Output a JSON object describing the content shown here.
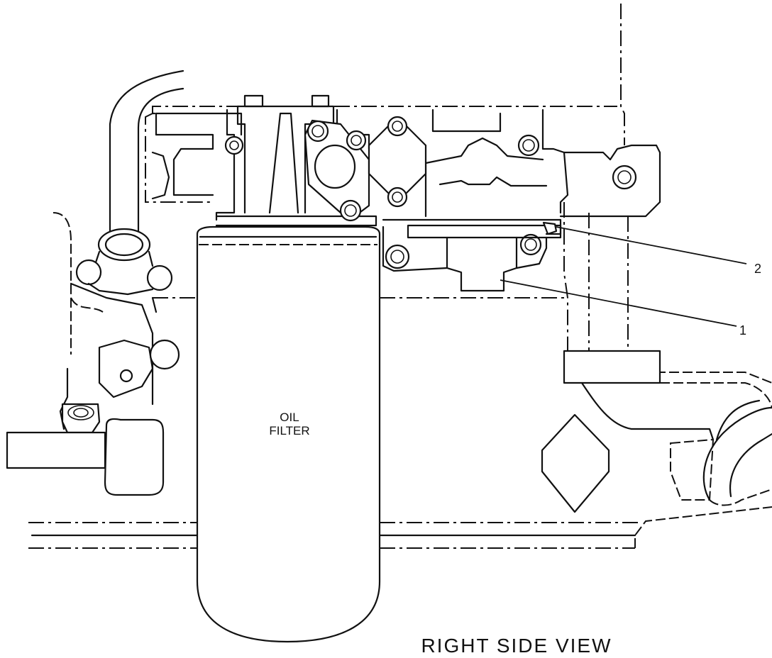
{
  "diagram": {
    "view_title": "RIGHT SIDE VIEW",
    "component_label_line1": "OIL",
    "component_label_line2": "FILTER",
    "callouts": [
      {
        "number": "1"
      },
      {
        "number": "2"
      }
    ]
  }
}
